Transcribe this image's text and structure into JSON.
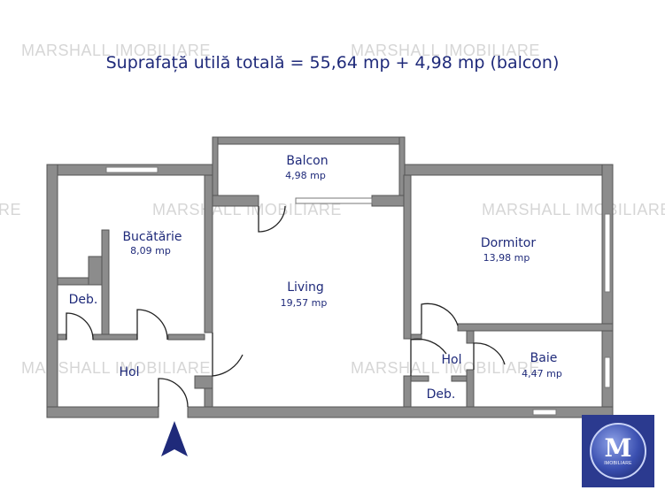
{
  "title": "Suprafață utilă totală = 55,64 mp + 4,98 mp (balcon)",
  "watermark": "MARSHALL IMOBILIARE",
  "watermark_clipped": "RE",
  "rooms": {
    "balcon": {
      "name": "Balcon",
      "area": "4,98 mp"
    },
    "bucatarie": {
      "name": "Bucătărie",
      "area": "8,09 mp"
    },
    "living": {
      "name": "Living",
      "area": "19,57 mp"
    },
    "dormitor": {
      "name": "Dormitor",
      "area": "13,98 mp"
    },
    "baie": {
      "name": "Baie",
      "area": "4,47 mp"
    },
    "deb_left": {
      "name": "Deb."
    },
    "deb_right": {
      "name": "Deb."
    },
    "hol_left": {
      "name": "Hol"
    },
    "hol_right": {
      "name": "Hol"
    }
  },
  "logo": {
    "letter": "M",
    "text": "IMOBILIARE"
  },
  "colors": {
    "wall": "#8c8c8c",
    "wall_edge": "#555555",
    "text": "#1f2a7a",
    "arrow": "#1f2a7a",
    "logo_bg": "#2b3a8f"
  },
  "icons": [
    "entrance-arrow-icon",
    "door-swing-icon",
    "logo-icon"
  ]
}
